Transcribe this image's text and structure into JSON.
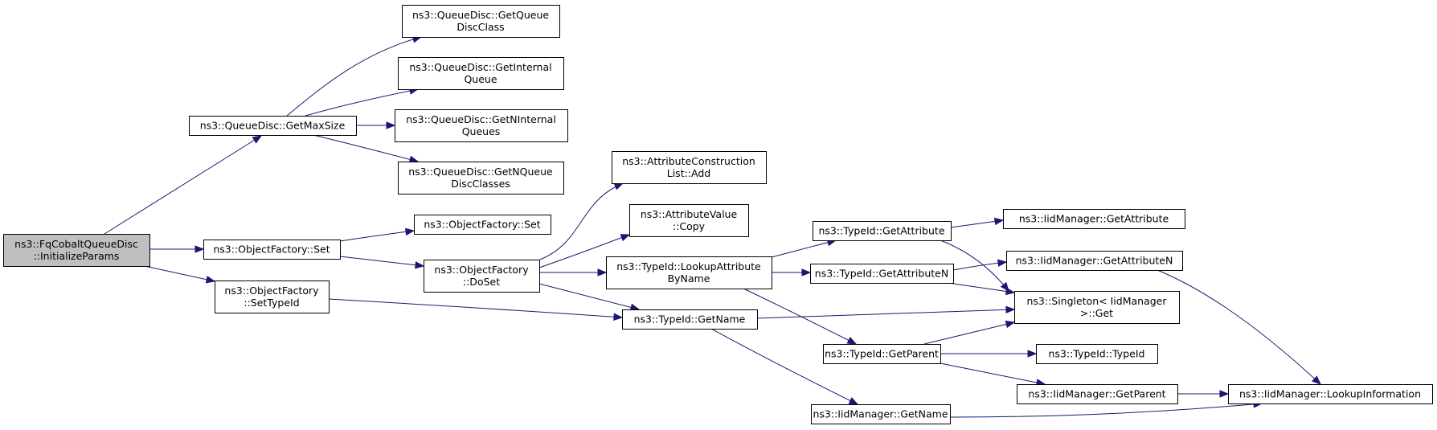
{
  "colors": {
    "edge": "#191970",
    "node_fill": "#ffffff",
    "root_fill": "#bfbfbf",
    "border": "#000000"
  },
  "nodes": {
    "fq_init": [
      "ns3::FqCobaltQueueDisc",
      "::InitializeParams"
    ],
    "qd_getmaxsize": [
      "ns3::QueueDisc::GetMaxSize"
    ],
    "of_set": [
      "ns3::ObjectFactory::Set"
    ],
    "of_settypeid": [
      "ns3::ObjectFactory",
      "::SetTypeId"
    ],
    "qd_getqueuediscclass": [
      "ns3::QueueDisc::GetQueue",
      "DiscClass"
    ],
    "qd_getinternalqueue": [
      "ns3::QueueDisc::GetInternal",
      "Queue"
    ],
    "qd_getninternalqueues": [
      "ns3::QueueDisc::GetNInternal",
      "Queues"
    ],
    "qd_getnqueuediscclasses": [
      "ns3::QueueDisc::GetNQueue",
      "DiscClasses"
    ],
    "of_set2": [
      "ns3::ObjectFactory::Set"
    ],
    "of_doset": [
      "ns3::ObjectFactory",
      "::DoSet"
    ],
    "acl_add": [
      "ns3::AttributeConstruction",
      "List::Add"
    ],
    "av_copy": [
      "ns3::AttributeValue",
      "::Copy"
    ],
    "tid_lookupattr": [
      "ns3::TypeId::LookupAttribute",
      "ByName"
    ],
    "tid_getname": [
      "ns3::TypeId::GetName"
    ],
    "tid_getattribute": [
      "ns3::TypeId::GetAttribute"
    ],
    "tid_getattributen": [
      "ns3::TypeId::GetAttributeN"
    ],
    "tid_getparent": [
      "ns3::TypeId::GetParent"
    ],
    "iid_getname": [
      "ns3::IidManager::GetName"
    ],
    "iid_getattribute": [
      "ns3::IidManager::GetAttribute"
    ],
    "iid_getattributen": [
      "ns3::IidManager::GetAttributeN"
    ],
    "singleton_get": [
      "ns3::Singleton< IidManager",
      ">::Get"
    ],
    "tid_typeid": [
      "ns3::TypeId::TypeId"
    ],
    "iid_getparent": [
      "ns3::IidManager::GetParent"
    ],
    "iid_lookupinfo": [
      "ns3::IidManager::LookupInformation"
    ]
  },
  "edges": [
    [
      "fq_init",
      "qd_getmaxsize"
    ],
    [
      "fq_init",
      "of_set"
    ],
    [
      "fq_init",
      "of_settypeid"
    ],
    [
      "qd_getmaxsize",
      "qd_getqueuediscclass"
    ],
    [
      "qd_getmaxsize",
      "qd_getinternalqueue"
    ],
    [
      "qd_getmaxsize",
      "qd_getninternalqueues"
    ],
    [
      "qd_getmaxsize",
      "qd_getnqueuediscclasses"
    ],
    [
      "of_set",
      "of_set2"
    ],
    [
      "of_set",
      "of_doset"
    ],
    [
      "of_settypeid",
      "tid_getname"
    ],
    [
      "of_doset",
      "acl_add"
    ],
    [
      "of_doset",
      "av_copy"
    ],
    [
      "of_doset",
      "tid_lookupattr"
    ],
    [
      "of_doset",
      "tid_getname"
    ],
    [
      "tid_lookupattr",
      "tid_getattribute"
    ],
    [
      "tid_lookupattr",
      "tid_getattributen"
    ],
    [
      "tid_lookupattr",
      "tid_getparent"
    ],
    [
      "tid_getname",
      "singleton_get"
    ],
    [
      "tid_getname",
      "iid_getname"
    ],
    [
      "tid_getattribute",
      "iid_getattribute"
    ],
    [
      "tid_getattribute",
      "singleton_get"
    ],
    [
      "tid_getattributen",
      "iid_getattributen"
    ],
    [
      "tid_getattributen",
      "singleton_get"
    ],
    [
      "tid_getparent",
      "singleton_get"
    ],
    [
      "tid_getparent",
      "tid_typeid"
    ],
    [
      "tid_getparent",
      "iid_getparent"
    ],
    [
      "iid_getattributen",
      "iid_lookupinfo"
    ],
    [
      "iid_getparent",
      "iid_lookupinfo"
    ],
    [
      "iid_getname",
      "iid_lookupinfo"
    ]
  ]
}
